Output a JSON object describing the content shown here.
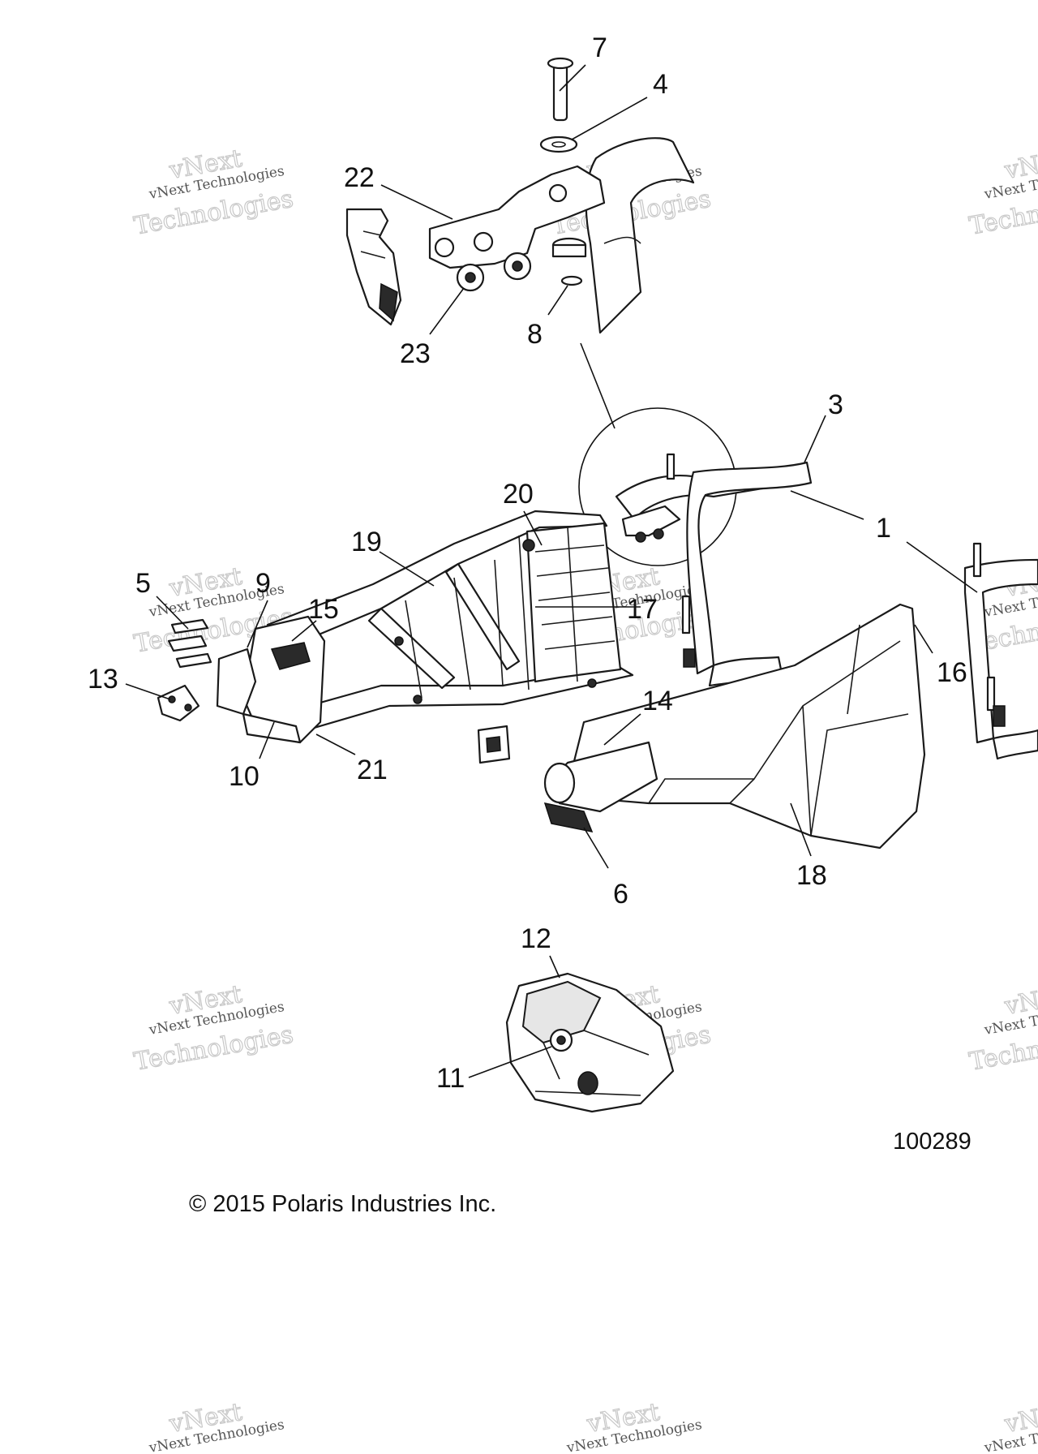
{
  "callouts": [
    "1",
    "3",
    "4",
    "5",
    "6",
    "7",
    "8",
    "9",
    "10",
    "11",
    "12",
    "13",
    "14",
    "15",
    "16",
    "17",
    "18",
    "19",
    "20",
    "21",
    "22",
    "23"
  ],
  "watermark": {
    "line1": "vNext Technologies",
    "line2": "Technologies",
    "line3": "vNext"
  },
  "drawing_number": "100289",
  "copyright": "© 2015 Polaris Industries Inc."
}
